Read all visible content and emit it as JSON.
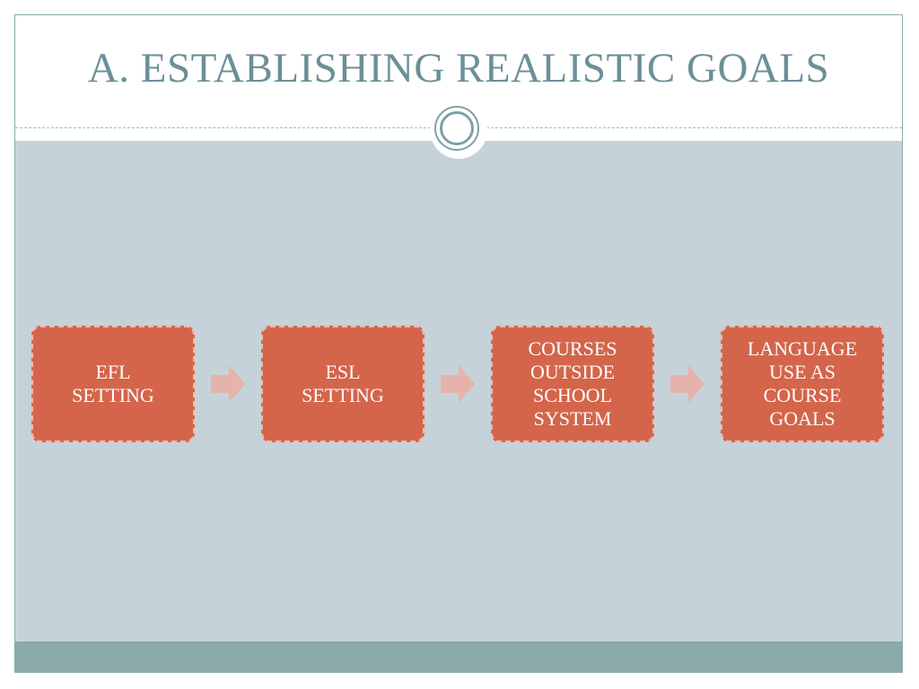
{
  "slide": {
    "title": "A.  ESTABLISHING REALISTIC GOALS"
  },
  "colors": {
    "title_text": "#6b8f98",
    "content_background": "#c6d2d9",
    "footer_band": "#8aabaa",
    "node_fill": "#d4654b",
    "node_text": "#ffffff",
    "arrow_fill": "#e6b3aa"
  },
  "flow": {
    "nodes": [
      {
        "label": "EFL\nSETTING"
      },
      {
        "label": "ESL\nSETTING"
      },
      {
        "label": "COURSES\nOUTSIDE\nSCHOOL\nSYSTEM"
      },
      {
        "label": "LANGUAGE\nUSE AS\nCOURSE\nGOALS"
      }
    ],
    "arrow_icon": "right-arrow-icon"
  }
}
